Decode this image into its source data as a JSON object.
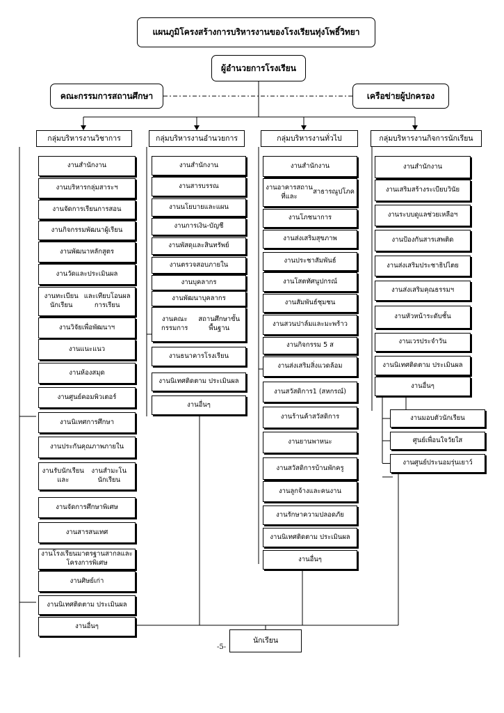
{
  "title": "แผนภูมิโครงสร้างการบริหารงานของโรงเรียนทุ่งโพธิ์วิทยา",
  "director": "ผู้อำนวยการโรงเรียน",
  "committee": "คณะกรรมการสถานศึกษา",
  "parent_network": "เครือข่ายผู้ปกครอง",
  "groups": [
    {
      "header": "กลุ่มบริหารงานวิชาการ",
      "items": [
        "งานสำนักงาน",
        "งานบริหารกลุ่มสาระฯ",
        "งานจัดการเรียนการสอน",
        "งานกิจกรรมพัฒนาผู้เรียน",
        "งานพัฒนาหลักสูตร",
        "งานวัดและประเมินผล",
        "งานทะเบียนนักเรียน\nและเทียบโอนผลการเรียน",
        "งานวิจัยเพื่อพัฒนาฯ",
        "งานแนะแนว",
        "งานห้องสมุด",
        "งานศูนย์คอมพิวเตอร์",
        "งานนิเทศการศึกษา",
        "งานประกันคุณภาพภายใน",
        "งานรับนักเรียนและ\nงานสำมะโนนักเรียน",
        "งานจัดการศึกษาพิเศษ",
        "งานสารสนเทศ",
        "งานโรงเรียนมาตรฐานสากลและโครงการพิเศษ",
        "งานศิษย์เก่า",
        "งานนิเทศติดตาม ประเมินผล",
        "งานอื่นๆ"
      ]
    },
    {
      "header": "กลุ่มบริหารงานอำนวยการ",
      "items": [
        "งานสำนักงาน",
        "งานสารบรรณ",
        "งานนโยบายและแผน",
        "งานการเงิน-บัญชี",
        "งานพัสดุและสินทรัพย์",
        "งานตรวจสอบภายใน",
        "งานบุคลากร",
        "งานพัฒนาบุคลากร",
        "งานคณะกรรมการ\nสถานศึกษาขั้นพื้นฐาน",
        "งานธนาคารโรงเรียน",
        "งานนิเทศติดตาม ประเมินผล",
        "งานอื่นๆ"
      ]
    },
    {
      "header": "กลุ่มบริหารงานทั่วไป",
      "items": [
        "งานสำนักงาน",
        "งานอาคารสถานที่และ\nสาธารณูปโภค",
        "งานโภชนาการ",
        "งานส่งเสริมสุขภาพ",
        "งานประชาสัมพันธ์",
        "งานโสตทัศนูปกรณ์",
        "งานสัมพันธ์ชุมชน",
        "งานสวนปาล์มและมะพร้าว",
        "งานกิจกรรม 5 ส",
        "งานส่งเสริมสิ่งแวดล้อม",
        "งานสวัสดิการ1 (สหกรณ์)",
        "งานร้านค้าสวัสดิการ",
        "งานยานพาหนะ",
        "งานสวัสดิการบ้านพักครู",
        "งานลูกจ้างและคนงาน",
        "งานรักษาความปลอดภัย",
        "งานนิเทศติดตาม ประเมินผล",
        "งานอื่นๆ"
      ]
    },
    {
      "header": "กลุ่มบริหารงานกิจการนักเรียน",
      "items": [
        "งานสำนักงาน",
        "งานเสริมสร้างระเบียบวินัย",
        "งานระบบดูแลช่วยเหลือฯ",
        "งานป้องกันสารเสพติด",
        "งานส่งเสริมประชาธิปไตย",
        "งานส่งเสริมคุณธรรมฯ",
        "งานหัวหน้าระดับชั้น",
        "งานเวรประจำวัน",
        "งานนิเทศติดตาม ประเมินผล",
        "งานอื่นๆ"
      ],
      "subitems": [
        "งานมอบตัวนักเรียน",
        "ศูนย์เพื่อนใจวัยใส",
        "งานศูนย์ประนอมรุ่นเยาว์"
      ]
    }
  ],
  "students": "นักเรียน",
  "page_number": "-5-"
}
